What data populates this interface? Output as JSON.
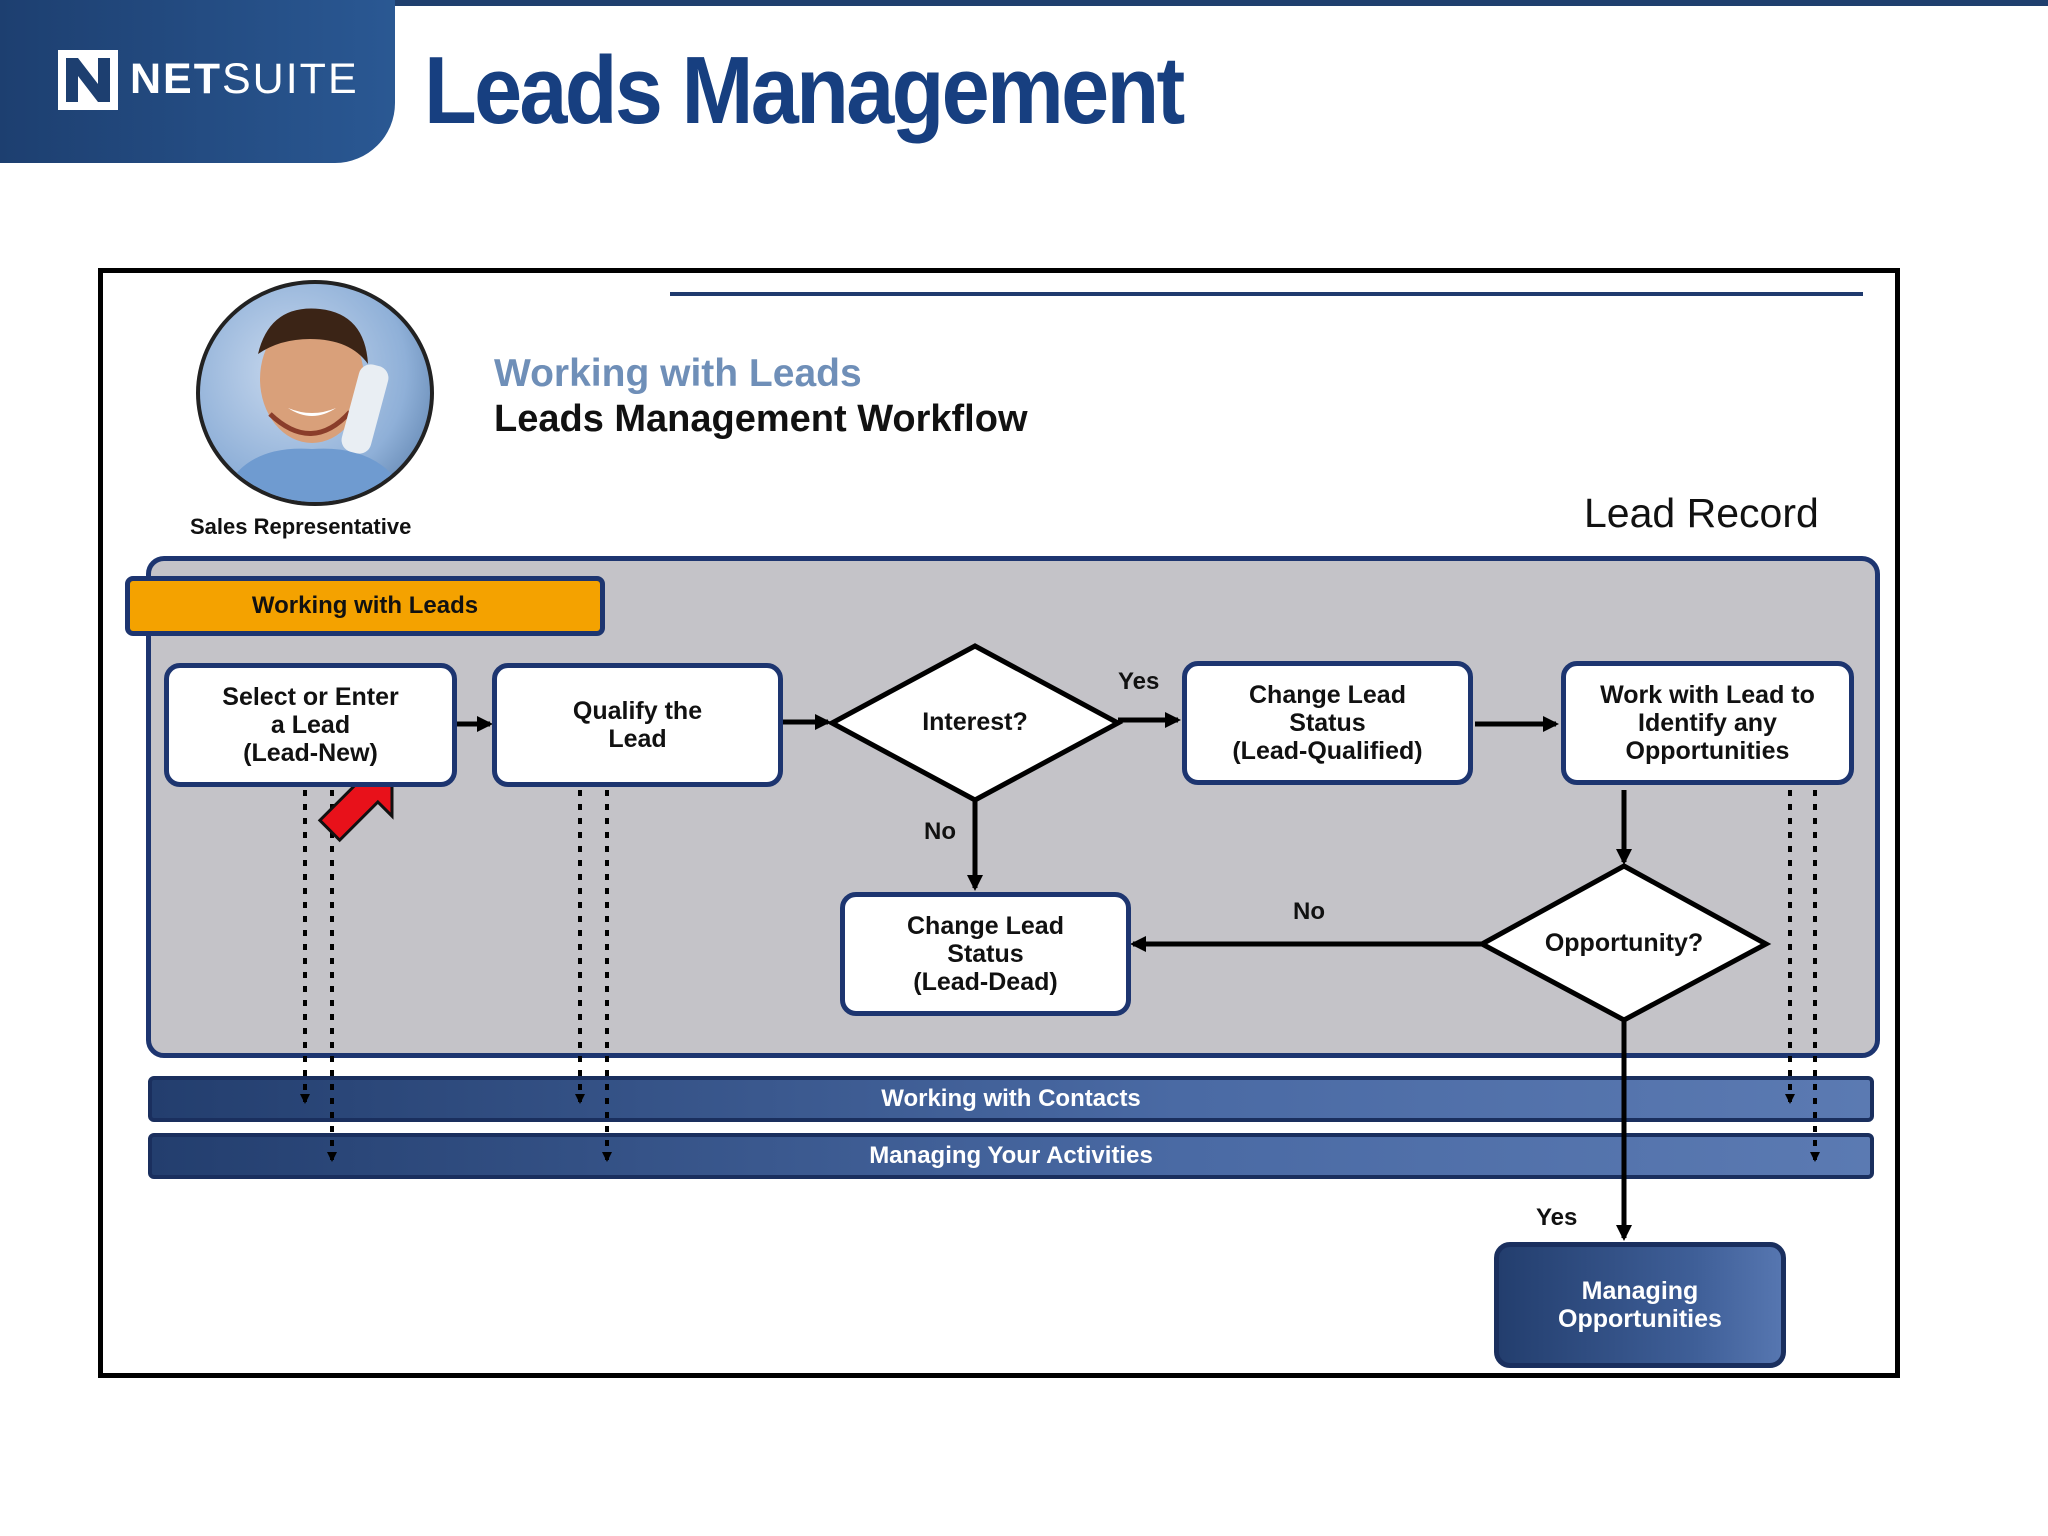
{
  "header": {
    "brand_bold": "N",
    "brand_bold2": "NET",
    "brand_rest": "SUITE",
    "title": "Leads Management"
  },
  "diagram": {
    "subtitle": "Working with Leads",
    "title": "Leads Management Workflow",
    "role": "Sales Representative",
    "record": "Lead Record",
    "lane_tab": "Working with Leads",
    "steps": {
      "select_lead": "Select or Enter\na Lead\n(Lead-New)",
      "qualify": "Qualify the\nLead",
      "interest": "Interest?",
      "qualified": "Change Lead\nStatus\n(Lead-Qualified)",
      "work_with": "Work with Lead to\nIdentify any\nOpportunities",
      "dead": "Change Lead\nStatus\n(Lead-Dead)",
      "opportunity": "Opportunity?",
      "managing_opps": "Managing\nOpportunities"
    },
    "labels": {
      "yes_interest": "Yes",
      "no_interest": "No",
      "no_opportunity": "No",
      "yes_opportunity": "Yes"
    },
    "bands": {
      "contacts": "Working with Contacts",
      "activities": "Managing Your Activities"
    }
  },
  "colors": {
    "brand_blue": "#1d3f70",
    "title_blue": "#173f80",
    "lane_gray": "#c4c3c8",
    "tab_orange": "#f4a200",
    "pointer_red": "#e8111a"
  }
}
